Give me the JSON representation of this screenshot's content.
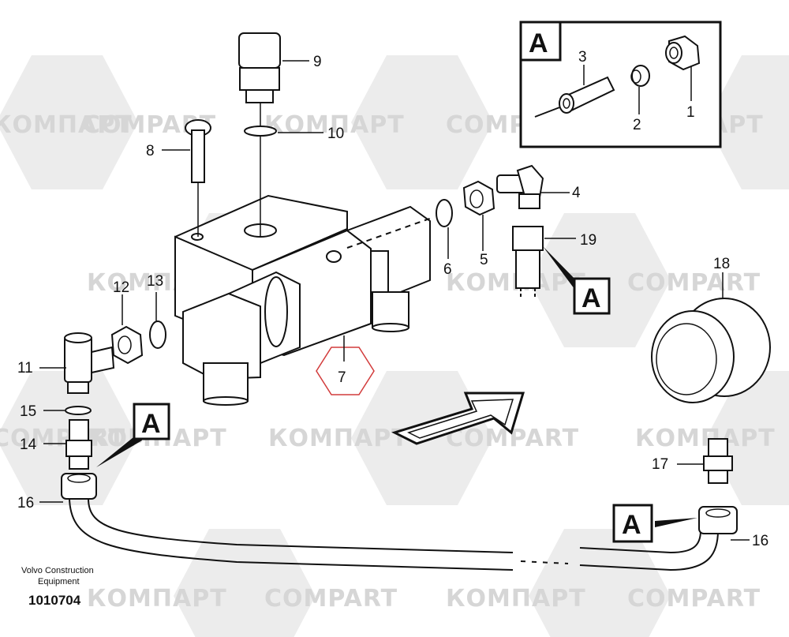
{
  "watermark": {
    "text_latin": "COMPART",
    "text_cyrillic": "КОМПАРТ"
  },
  "inset": {
    "letter": "A",
    "labels": [
      "1",
      "2",
      "3"
    ]
  },
  "callouts": {
    "letter": "A"
  },
  "parts": {
    "p1": "1",
    "p2": "2",
    "p3": "3",
    "p4": "4",
    "p5": "5",
    "p6": "6",
    "p7": "7",
    "p8": "8",
    "p9": "9",
    "p10": "10",
    "p11": "11",
    "p12": "12",
    "p13": "13",
    "p14": "14",
    "p15": "15",
    "p16a": "16",
    "p16b": "16",
    "p17": "17",
    "p18": "18",
    "p19": "19"
  },
  "footer": {
    "company_line1": "Volvo Construction",
    "company_line2": "Equipment",
    "drawing_number": "1010704"
  }
}
